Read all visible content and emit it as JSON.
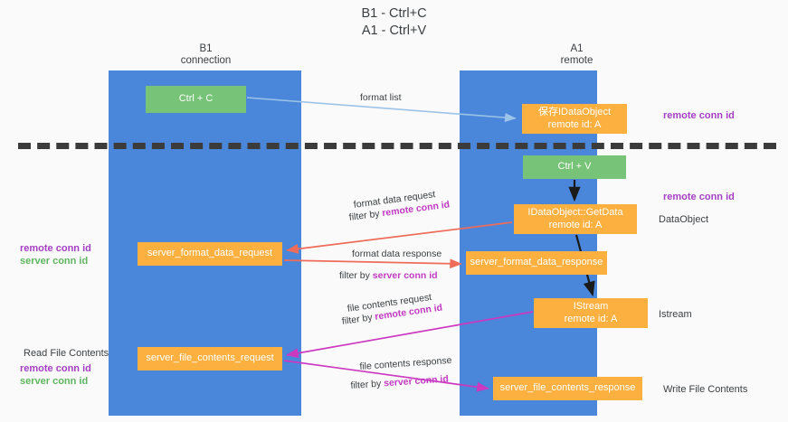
{
  "title": {
    "line1": "B1 - Ctrl+C",
    "line2": "A1 - Ctrl+V"
  },
  "lanes": [
    {
      "id": "b1",
      "name": "B1",
      "sublabel": "connection",
      "color": "#4a86d9"
    },
    {
      "id": "a1",
      "name": "A1",
      "sublabel": "remote",
      "color": "#4a86d9"
    }
  ],
  "nodes": [
    {
      "id": "ctrl-c",
      "label": "Ctrl + C",
      "sublabel": "",
      "color": "#77c377",
      "lane": "b1"
    },
    {
      "id": "save-idataobject",
      "label": "保存IDataObject",
      "sublabel": "remote id: A",
      "color": "#fbb040",
      "lane": "a1"
    },
    {
      "id": "ctrl-v",
      "label": "Ctrl + V",
      "sublabel": "",
      "color": "#77c377",
      "lane": "a1"
    },
    {
      "id": "idataobject-getdata",
      "label": "IDataObject::GetData",
      "sublabel": "remote id: A",
      "color": "#fbb040",
      "lane": "a1"
    },
    {
      "id": "server-format-data-request",
      "label": "server_format_data_request",
      "sublabel": "",
      "color": "#fbb040",
      "lane": "b1"
    },
    {
      "id": "server-format-data-response",
      "label": "server_format_data_response",
      "sublabel": "",
      "color": "#fbb040",
      "lane": "a1"
    },
    {
      "id": "istream",
      "label": "IStream",
      "sublabel": "remote id: A",
      "color": "#fbb040",
      "lane": "a1"
    },
    {
      "id": "server-file-contents-request",
      "label": "server_file_contents_request",
      "sublabel": "",
      "color": "#fbb040",
      "lane": "b1"
    },
    {
      "id": "server-file-contents-response",
      "label": "server_file_contents_response",
      "sublabel": "",
      "color": "#fbb040",
      "lane": "a1"
    }
  ],
  "edge_labels": {
    "format_list": "format list",
    "format_data_request": "format data request",
    "format_data_request_filter_prefix": "filter by ",
    "format_data_request_filter_key": "remote conn id",
    "format_data_response": "format data response",
    "format_data_response_filter_prefix": "filter by ",
    "format_data_response_filter_key": "server conn id",
    "file_contents_request": "file contents request",
    "file_contents_request_filter_prefix": "filter by ",
    "file_contents_request_filter_key": "remote conn id",
    "file_contents_response": "file contents response",
    "file_contents_response_filter_prefix": "filter by ",
    "file_contents_response_filter_key": "server conn id"
  },
  "annotations": {
    "remote_conn_id_top": "remote conn id",
    "remote_conn_id_mid": "remote conn id",
    "dataobject": "DataObject",
    "istream": "Istream",
    "write_file_contents": "Write File Contents",
    "read_file_contents": "Read File Contents",
    "left_remote_conn_id_mid": "remote conn id",
    "left_server_conn_id_mid": "server conn id",
    "left_remote_conn_id_bottom": "remote conn id",
    "left_server_conn_id_bottom": "server conn id"
  },
  "colors": {
    "lane": "#4a86d9",
    "node_green": "#77c377",
    "node_orange": "#fbb040",
    "arrow_blue": "#9cc3e8",
    "arrow_red": "#ef6c5a",
    "arrow_magenta": "#cc39c0",
    "arrow_black": "#1a1a1a",
    "accent_purple": "#a43fc4",
    "accent_green": "#5fb65f",
    "divider": "#3b3b3b",
    "background": "#fafafa"
  }
}
